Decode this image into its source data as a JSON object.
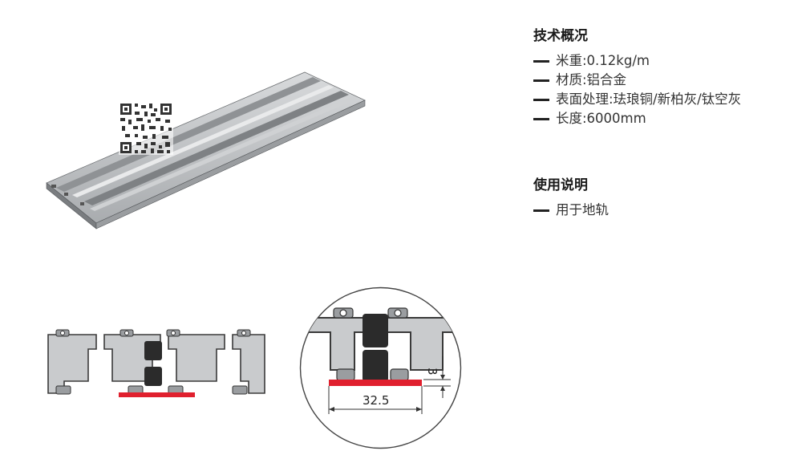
{
  "specs": {
    "heading": "技术概况",
    "items": [
      "米重:0.12kg/m",
      "材质:铝合金",
      "表面处理:珐琅铜/新柏灰/钛空灰",
      "长度:6000mm"
    ]
  },
  "usage": {
    "heading": "使用说明",
    "items": [
      "用于地轨"
    ]
  },
  "dimensions": {
    "height": "3",
    "width": "32.5"
  },
  "colors": {
    "accent_red": "#e0202e",
    "aluminum": "#b9bcbf",
    "profile_gray": "#8a8d90",
    "rubber_dark": "#2b2b2b"
  }
}
